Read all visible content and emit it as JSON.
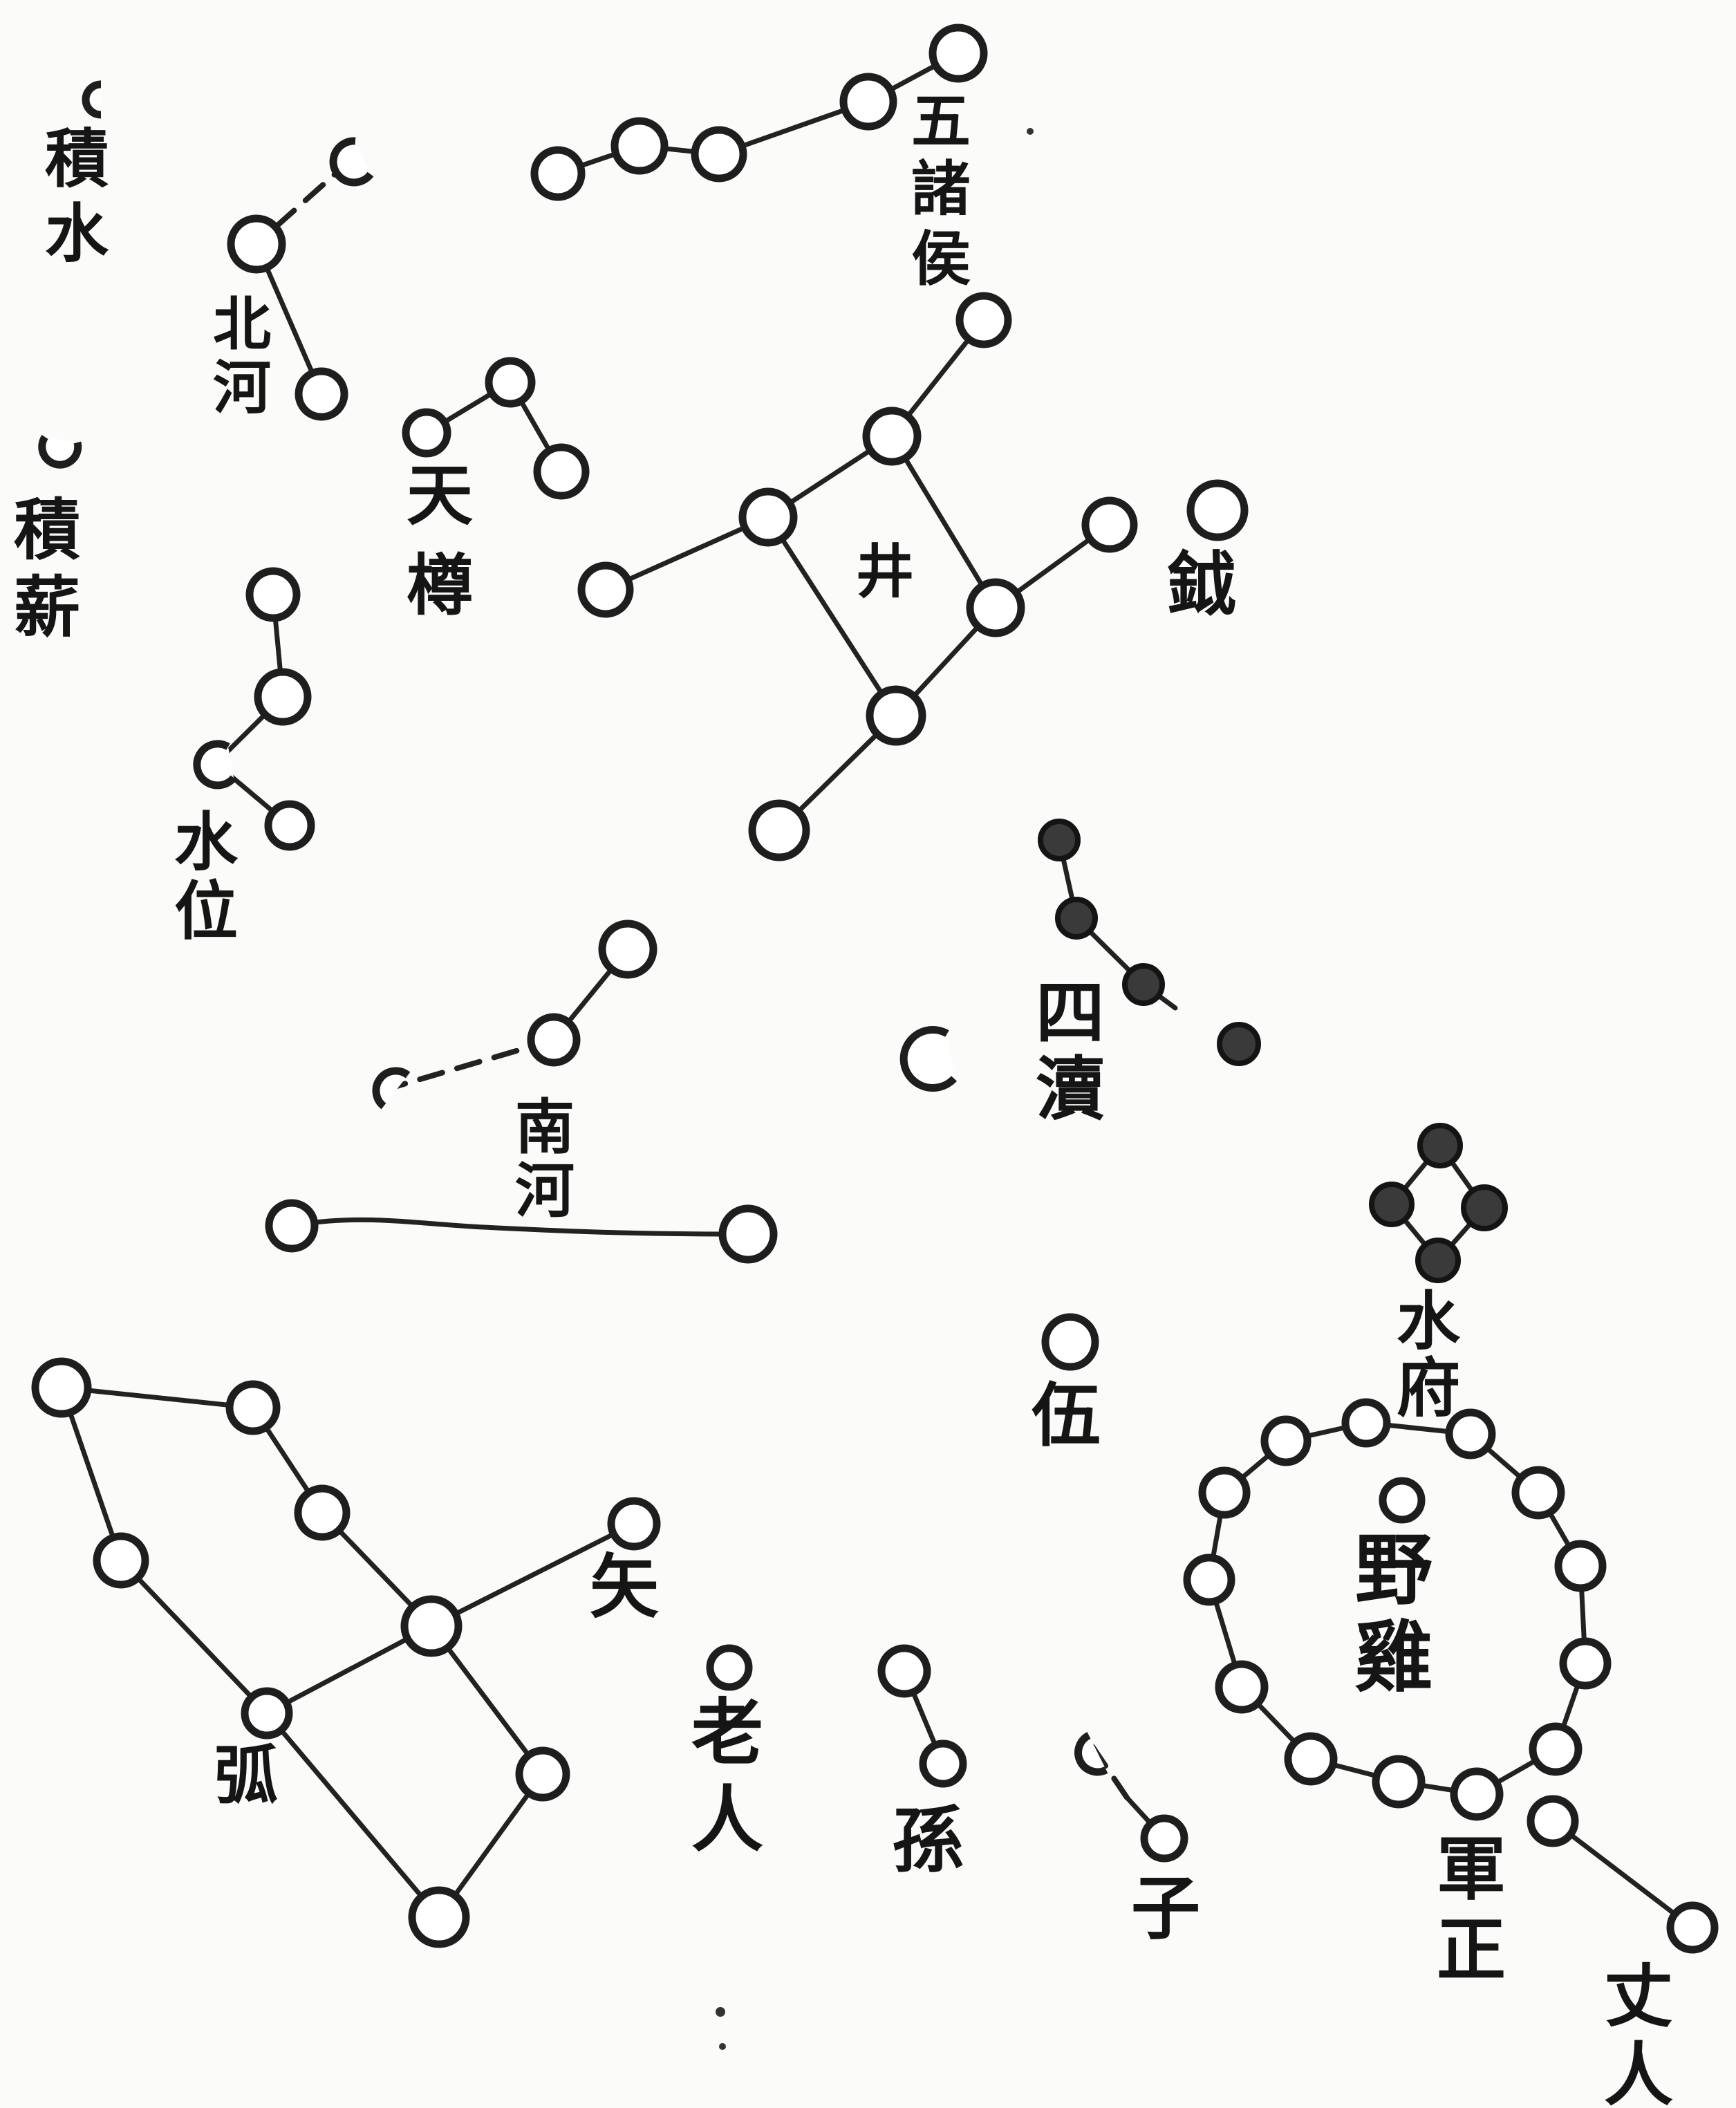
{
  "colors": {
    "paper": "#fbfbf9",
    "ink": "#1e1e1e",
    "filled_star": "#3a3a3a"
  },
  "labels": {
    "jishui_1": "積",
    "jishui_2": "水",
    "beihe_1": "北",
    "beihe_2": "河",
    "wuzhuhou_1": "五",
    "wuzhuhou_2": "諸",
    "wuzhuhou_3": "侯",
    "jixin_1": "積",
    "jixin_2": "薪",
    "tianzun_1": "天",
    "tianzun_2": "樽",
    "jing": "井",
    "yue": "鉞",
    "shuiwei_1": "水",
    "shuiwei_2": "位",
    "sidu_1": "四",
    "sidu_2": "瀆",
    "nanhe_1": "南",
    "nanhe_2": "河",
    "shuifu_1": "水",
    "shuifu_2": "府",
    "di": "伍",
    "yeji_1": "野",
    "yeji_2": "雞",
    "shi": "矢",
    "hu": "弧",
    "laoren_1": "老",
    "laoren_2": "人",
    "sun": "孫",
    "zi": "子",
    "junzheng_1": "軍",
    "junzheng_2": "正",
    "zhangren_1": "丈",
    "zhangren_2": "人"
  }
}
